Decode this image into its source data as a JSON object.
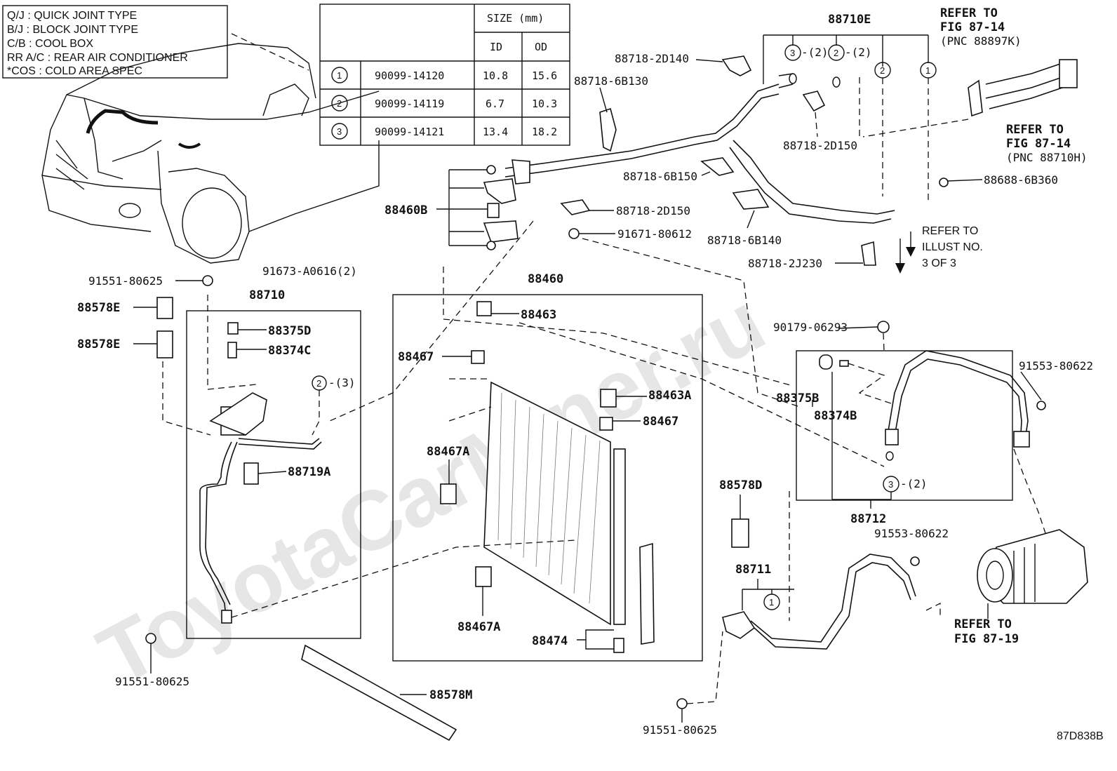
{
  "watermark": "ToyotaCarMiner.ru",
  "diagram_code": "87D838B",
  "legend": [
    "Q/J  :  QUICK JOINT TYPE",
    "B/J  :  BLOCK JOINT TYPE",
    "C/B  :  COOL BOX",
    "RR A/C  :  REAR AIR CONDITIONER",
    "*COS  :  COLD AREA SPEC"
  ],
  "size_table": {
    "header": "SIZE (mm)",
    "col_id": "ID",
    "col_od": "OD",
    "rows": [
      {
        "ref": "1",
        "part": "90099-14120",
        "id": "10.8",
        "od": "15.6"
      },
      {
        "ref": "2",
        "part": "90099-14119",
        "id": "6.7",
        "od": "10.3"
      },
      {
        "ref": "3",
        "part": "90099-14121",
        "id": "13.4",
        "od": "18.2"
      }
    ]
  },
  "labels": {
    "l88710E": "88710E",
    "l88718_2D140": "88718-2D140",
    "l88718_6B130": "88718-6B130",
    "l88718_2D150a": "88718-2D150",
    "l88718_6B150": "88718-6B150",
    "l88718_2D150b": "88718-2D150",
    "l91671_80612": "91671-80612",
    "l88718_6B140": "88718-6B140",
    "l88718_2J230": "88718-2J230",
    "l88688_6B360": "88688-6B360",
    "l88460B": "88460B",
    "l91673_A0616": "91673-A0616(2)",
    "l91551_80625a": "91551-80625",
    "l88710": "88710",
    "l88578E_a": "88578E",
    "l88578E_b": "88578E",
    "l88375D": "88375D",
    "l88374C": "88374C",
    "l88719A": "88719A",
    "l88460": "88460",
    "l88463": "88463",
    "l88467a": "88467",
    "l88463A": "88463A",
    "l88467b": "88467",
    "l88467A_a": "88467A",
    "l88467A_b": "88467A",
    "l88474": "88474",
    "l88578M": "88578M",
    "l91551_80625b": "91551-80625",
    "l91551_80625c": "91551-80625",
    "l90179_06293": "90179-06293",
    "l88375B": "88375B",
    "l88374B": "88374B",
    "l91553_80622a": "91553-80622",
    "l88712": "88712",
    "l88578D": "88578D",
    "l91553_80622b": "91553-80622",
    "l88711": "88711",
    "q3_2a": "3",
    "q2_2a": "2",
    "q2b": "2",
    "q1a": "1",
    "q2_3": "2",
    "q3_2b": "3",
    "q1b": "1",
    "suffix_2a": "-(2)",
    "suffix_2b": "-(2)",
    "suffix_3": "-(3)",
    "suffix_2c": "-(2)"
  },
  "refs": {
    "fig87_14a": [
      "REFER TO",
      "FIG 87-14",
      "(PNC 88897K)"
    ],
    "fig87_14b": [
      "REFER TO",
      "FIG 87-14",
      "(PNC 88710H)"
    ],
    "illust3": [
      "REFER TO",
      "ILLUST NO.",
      "3 OF 3"
    ],
    "fig87_19": [
      "REFER TO",
      "FIG 87-19"
    ]
  }
}
